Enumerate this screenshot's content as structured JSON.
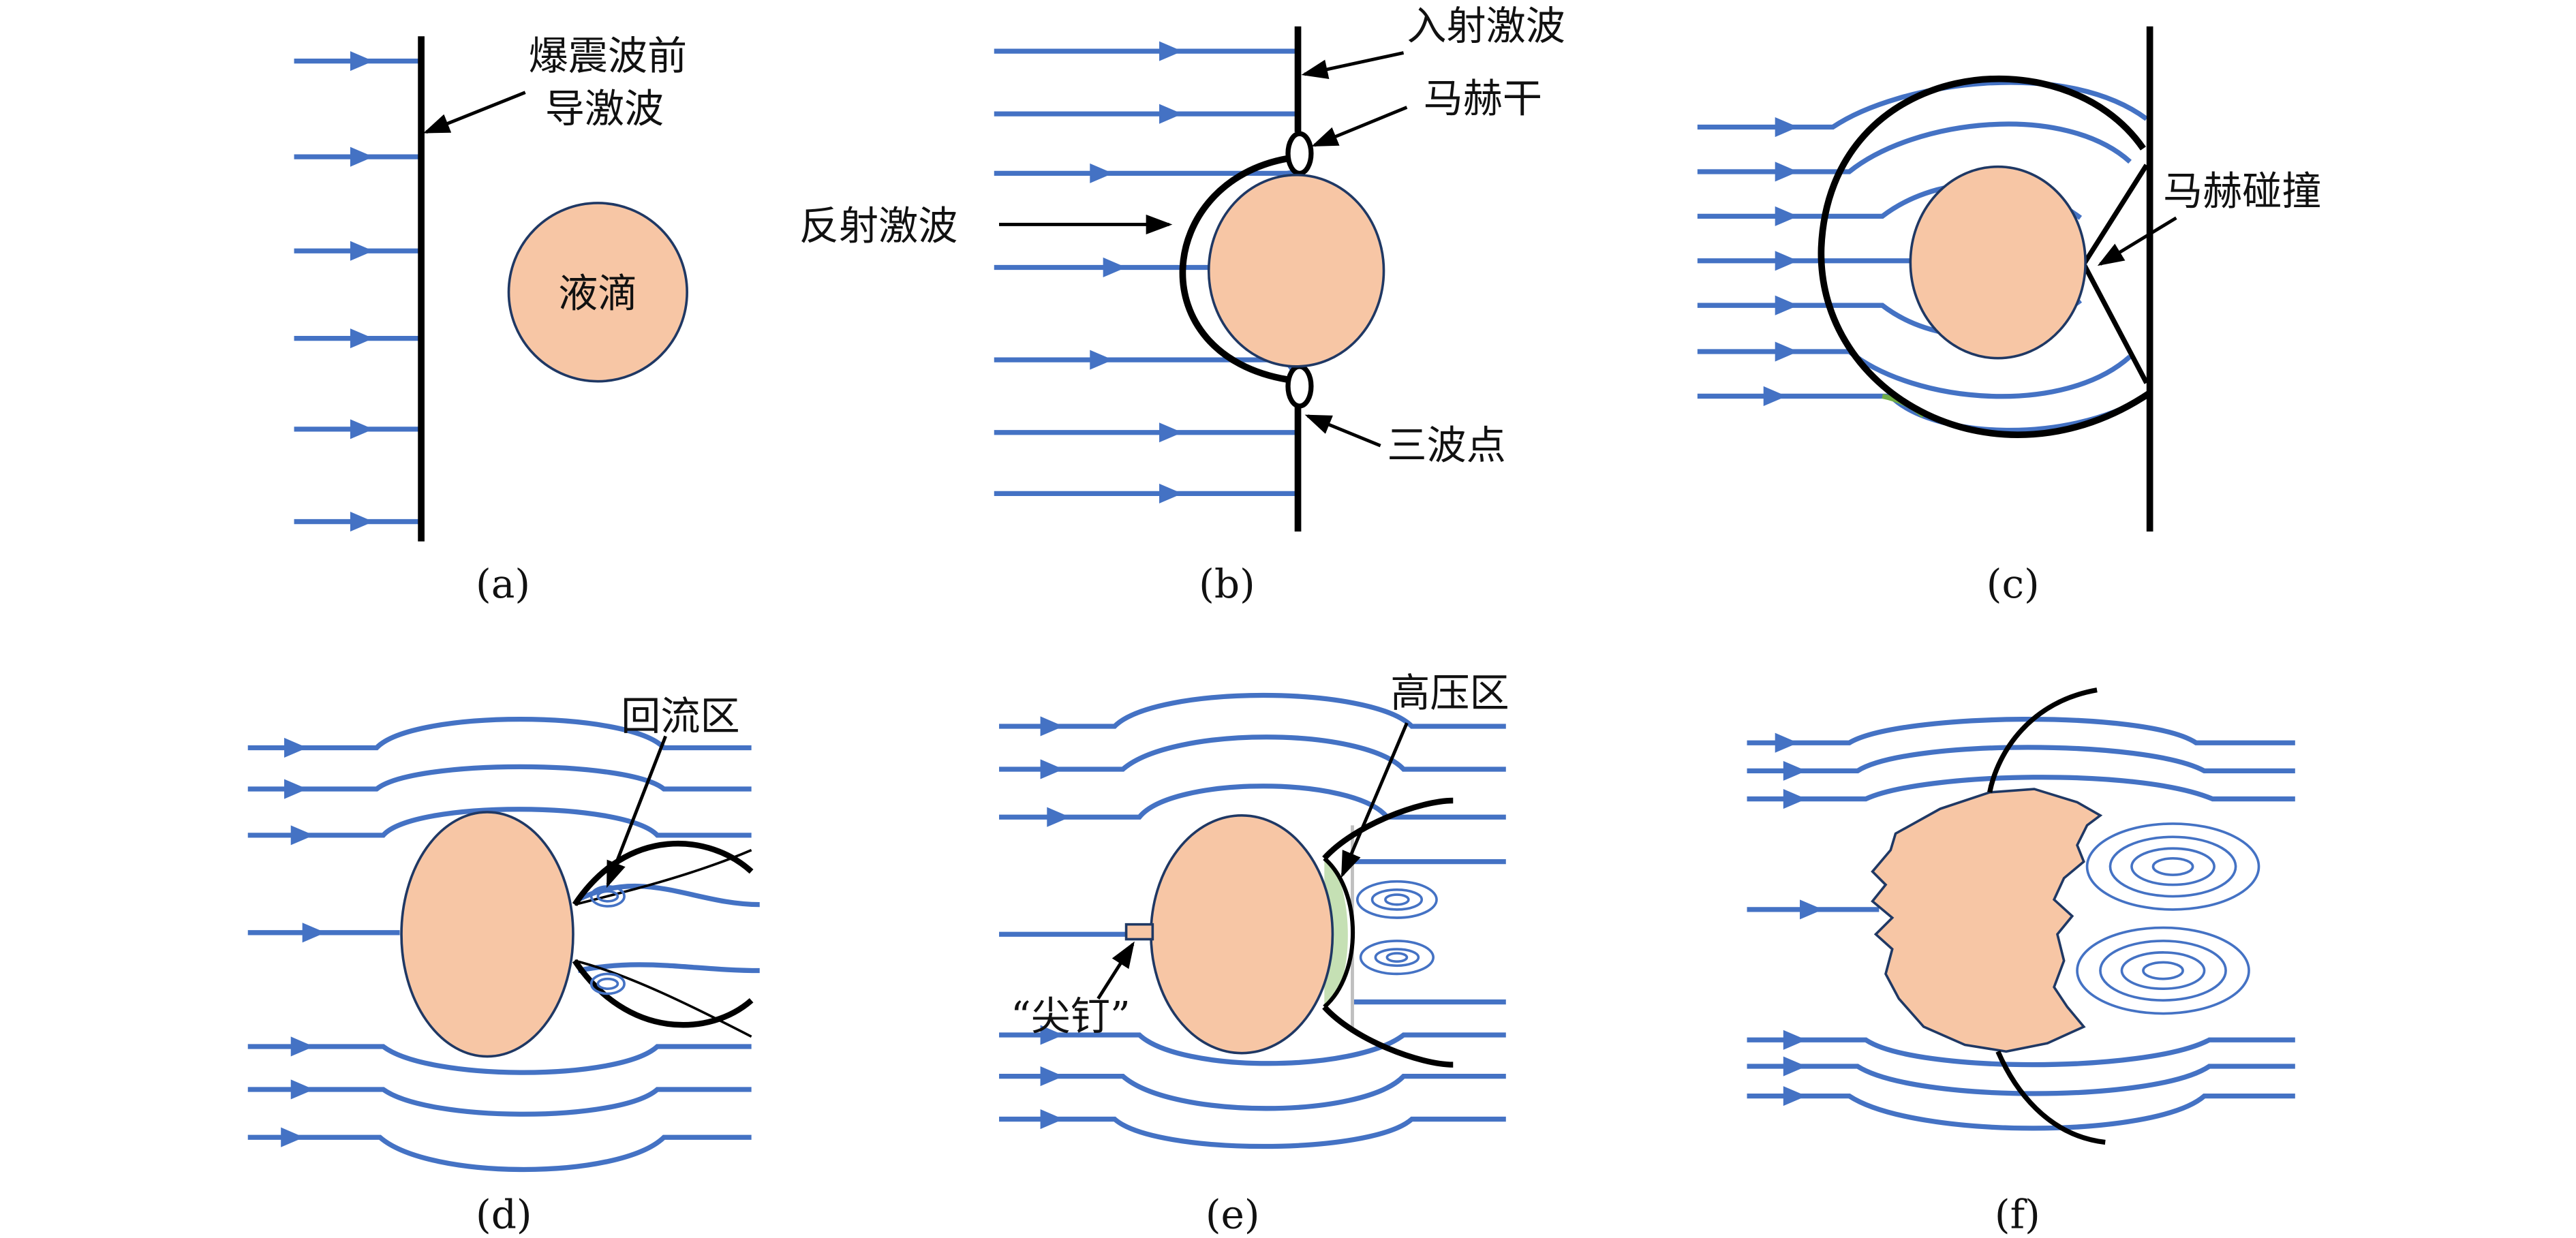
{
  "colors": {
    "flow_line": "#4472C4",
    "shock_line": "#000000",
    "droplet_fill": "#F7C6A5",
    "droplet_stroke": "#1F3864",
    "high_pressure_fill": "#C5E0B4",
    "vortex_line": "#4472C4"
  },
  "panels": {
    "a": {
      "caption": "(a)",
      "label_shock_line1": "爆震波前",
      "label_shock_line2": "导激波",
      "label_droplet": "液滴"
    },
    "b": {
      "caption": "(b)",
      "label_incident": "入射激波",
      "label_mach_stem": "马赫干",
      "label_reflected": "反射激波",
      "label_triple_point": "三波点"
    },
    "c": {
      "caption": "(c)",
      "label_mach_collision": "马赫碰撞"
    },
    "d": {
      "caption": "(d)",
      "label_recirculation": "回流区"
    },
    "e": {
      "caption": "(e)",
      "label_high_pressure": "高压区",
      "label_spike": "“尖钉”"
    },
    "f": {
      "caption": "(f)"
    }
  }
}
